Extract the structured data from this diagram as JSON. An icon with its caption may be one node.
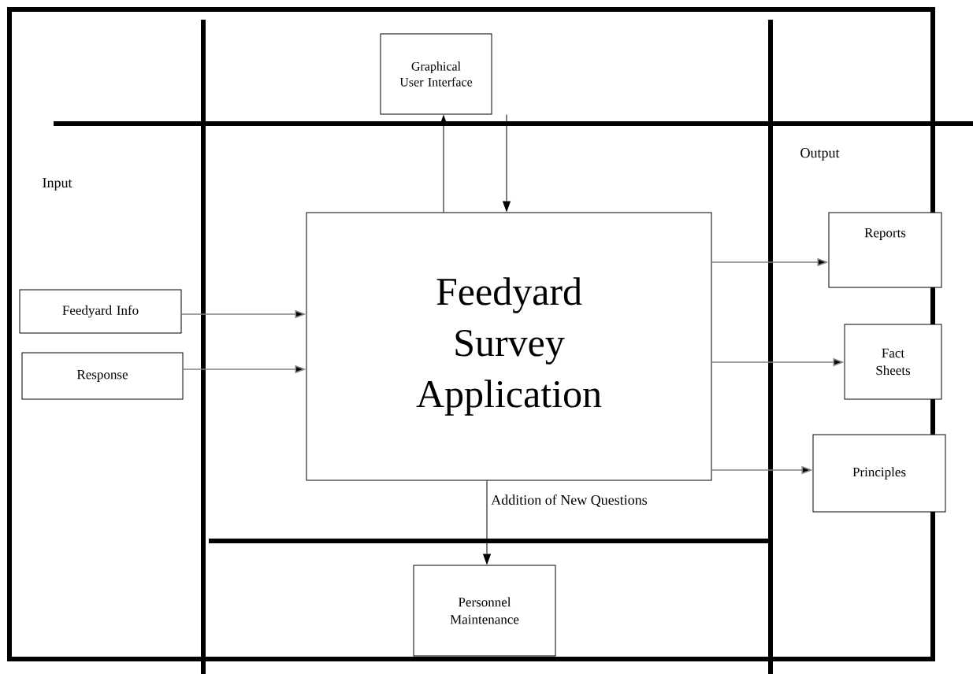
{
  "diagram": {
    "nodes": [
      {
        "text": [
          "Graphical User Interface"
        ]
      },
      {
        "text": [
          "Feedyard Survey Application"
        ]
      },
      {
        "text": [
          "Feedyard Info"
        ]
      },
      {
        "text": [
          "Response"
        ]
      },
      {
        "text": [
          "Reports"
        ]
      },
      {
        "text": [
          "Fact Sheets"
        ]
      },
      {
        "text": [
          "Principles"
        ]
      },
      {
        "text": [
          "Personnel Maintenance"
        ]
      }
    ],
    "edges": [
      {
        "from": 1,
        "to": 0,
        "arrow": "to",
        "color": "#000000"
      },
      {
        "from": 0,
        "to": 1,
        "arrow": "to",
        "color": "#000000"
      },
      {
        "from": 2,
        "to": 1,
        "arrow": "to"
      },
      {
        "from": 3,
        "to": 1,
        "arrow": "to"
      },
      {
        "from": 1,
        "to": 4,
        "arrow": "to"
      },
      {
        "from": 1,
        "to": 5,
        "arrow": "to"
      },
      {
        "from": 1,
        "to": 6,
        "arrow": "to"
      },
      {
        "from": 1,
        "to": 7,
        "arrow": "to",
        "label": "Addition of New Questions",
        "color": "#000000"
      }
    ],
    "labels": [
      "Input",
      "Output"
    ]
  }
}
